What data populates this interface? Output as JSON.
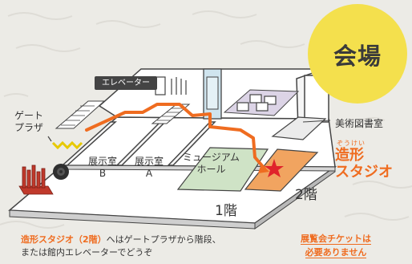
{
  "venue": {
    "title": "会場"
  },
  "labels": {
    "elevator": "エレベーター",
    "gate_plaza_line1": "ゲート",
    "gate_plaza_line2": "プラザ",
    "exhibition_b_line1": "展示室",
    "exhibition_b_line2": "B",
    "exhibition_a_line1": "展示室",
    "exhibition_a_line2": "A",
    "museum_hall_line1": "ミュージアム",
    "museum_hall_line2": "ホール",
    "art_library": "美術図書室",
    "studio_ruby": "ぞうけい",
    "studio_line1": "造形",
    "studio_line2": "スタジオ",
    "floor_2": "2階",
    "floor_1": "1階"
  },
  "footer": {
    "directions_highlight": "造形スタジオ（2階）",
    "directions_rest_line1": "へはゲートプラザから階段、",
    "directions_line2": "または館内エレベーターでどうぞ",
    "ticket_line1": "展覧会チケットは",
    "ticket_line2": "必要ありません"
  },
  "colors": {
    "accent_orange": "#ef6c20",
    "badge_yellow": "#f4e04d",
    "hall_green": "#cfe3c6",
    "plaza_lavender": "#dcd4e6",
    "elevator_blue": "#cfe4ee",
    "gate_red": "#c0392b",
    "background": "#ecebe6"
  },
  "icons": {
    "destination": "star-icon",
    "route": "route-arrow-icon"
  }
}
